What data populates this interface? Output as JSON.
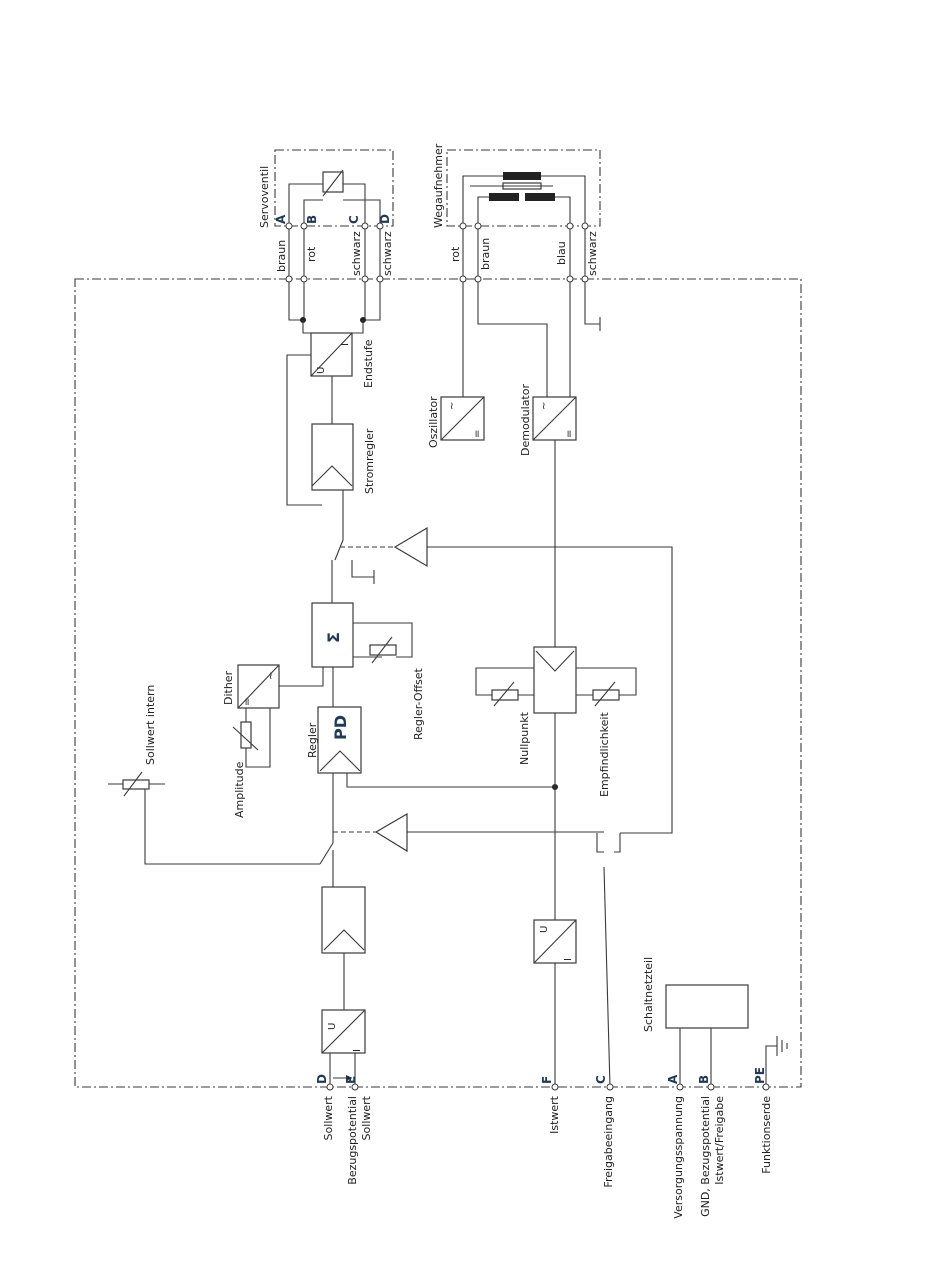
{
  "servo": {
    "title": "Servoventil",
    "pins": [
      "A",
      "B",
      "C",
      "D"
    ],
    "wires": [
      "braun",
      "rot",
      "schwarz",
      "schwarz"
    ]
  },
  "sensor": {
    "title": "Wegaufnehmer",
    "wires": [
      "rot",
      "braun",
      "blau",
      "schwarz"
    ]
  },
  "blocks": {
    "endstufe": "Endstufe",
    "stromregler": "Stromregler",
    "oszillator": "Oszillator",
    "demodulator": "Demodulator",
    "dither": "Dither",
    "amplitude": "Amplitude",
    "regler": "Regler",
    "regler_pd": "PD",
    "regler_offset": "Regler-Offset",
    "sum": "Σ",
    "nullpunkt": "Nullpunkt",
    "empfindlichkeit": "Empfindlichkeit",
    "sollwert_intern": "Sollwert intern",
    "schaltnetzteil": "Schaltnetzteil"
  },
  "conv": {
    "u": "U",
    "i": "I",
    "ac": "~",
    "dc": "="
  },
  "connectors": [
    {
      "pin": "D",
      "label": "Sollwert"
    },
    {
      "pin": "E",
      "label": "Bezugspotential Sollwert"
    },
    {
      "pin": "F",
      "label": "Istwert"
    },
    {
      "pin": "C",
      "label": "Freigabeeingang"
    },
    {
      "pin": "A",
      "label": "Versorgungsspannung"
    },
    {
      "pin": "B",
      "label": "GND, Bezugspotential Istwert/Freigabe"
    },
    {
      "pin": "PE",
      "label": "Funktionserde"
    }
  ]
}
